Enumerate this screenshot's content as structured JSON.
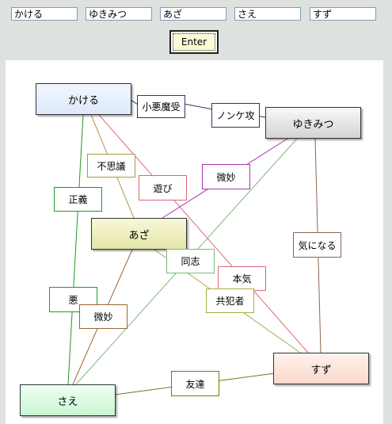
{
  "inputs": [
    "かける",
    "ゆきみつ",
    "あざ",
    "さえ",
    "すず"
  ],
  "enter_button": "Enter",
  "diagram": {
    "nodes": {
      "kakeru": "かける",
      "yukimitsu": "ゆきみつ",
      "aza": "あざ",
      "sae": "さえ",
      "suzu": "すず"
    },
    "relations": {
      "koakuma": "小悪魔受",
      "nonke": "ノンケ攻",
      "fushigi": "不思議",
      "asobi": "遊び",
      "bimyou1": "微妙",
      "seigi": "正義",
      "kininaru": "気になる",
      "doushi": "同志",
      "honki": "本気",
      "aku": "悪",
      "kyouhansha": "共犯者",
      "bimyou2": "微妙",
      "tomodachi": "友達"
    }
  }
}
